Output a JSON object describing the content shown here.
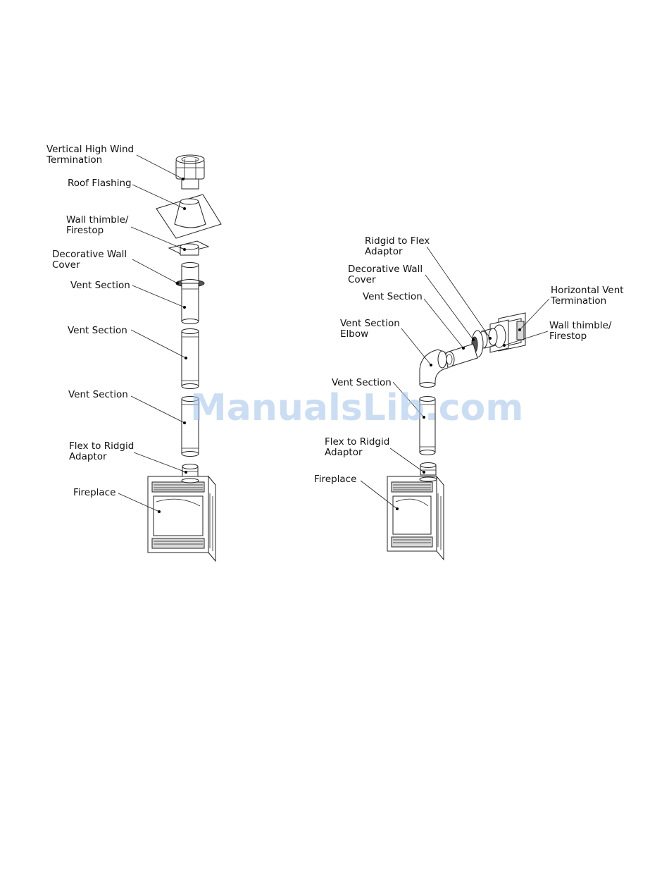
{
  "left_labels": [
    {
      "line1": "Vertical High Wind",
      "line2": "Termination"
    },
    {
      "line1": "Roof Flashing",
      "line2": ""
    },
    {
      "line1": "Wall thimble/",
      "line2": "Firestop"
    },
    {
      "line1": "Decorative Wall",
      "line2": "Cover"
    },
    {
      "line1": "Vent Section",
      "line2": ""
    },
    {
      "line1": "Vent Section",
      "line2": ""
    },
    {
      "line1": "Vent Section",
      "line2": ""
    },
    {
      "line1": "Flex to Ridgid",
      "line2": "Adaptor"
    },
    {
      "line1": "Fireplace",
      "line2": ""
    }
  ],
  "right_labels": [
    {
      "line1": "Ridgid to Flex",
      "line2": "Adaptor"
    },
    {
      "line1": "Decorative Wall",
      "line2": "Cover"
    },
    {
      "line1": "Vent Section",
      "line2": ""
    },
    {
      "line1": "Vent Section",
      "line2": "Elbow"
    },
    {
      "line1": "Horizontal Vent",
      "line2": "Termination"
    },
    {
      "line1": "Wall thimble/",
      "line2": "Firestop"
    },
    {
      "line1": "Vent Section",
      "line2": ""
    },
    {
      "line1": "Flex to Ridgid",
      "line2": "Adaptor"
    },
    {
      "line1": "Fireplace",
      "line2": ""
    }
  ],
  "watermark": "ManualsLib.com"
}
